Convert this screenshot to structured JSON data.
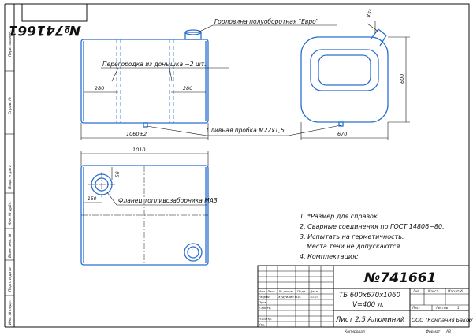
{
  "drawing_number_mirrored": "№741661",
  "drawing_number": "№741661",
  "annotations": {
    "filler_neck": "Горловина полуоборотная \"Евро\"",
    "baffle": "Перегородка из донышка −2 шт.",
    "drain_plug": "Сливная пробка М22х1,5",
    "fuel_flange": "Фланец топливозаборника МАЗ"
  },
  "dimensions": {
    "d280_left": "280",
    "d280_right": "280",
    "d1060": "1060±2",
    "d1010": "1010",
    "d670": "670",
    "d600": "600",
    "d45": "45°",
    "d50": "50",
    "d150": "150"
  },
  "notes": [
    "1. *Размер для справок.",
    "2. Сварные соединения по ГОСТ 14806−80.",
    "3. Испытать на герметичность.",
    "Места течи не допускаются.",
    "4. Комплектация:"
  ],
  "left_strip": [
    "Перв. примен.",
    "Справ. №",
    "Подп. и дата",
    "Инв. № дубл.",
    "Взам. инв. №",
    "Подп. и дата",
    "Инв. № подл."
  ],
  "title_block": {
    "designation": "ТБ 600х670х1060",
    "volume": "V=400 л.",
    "material": "Лист 2,5 Алюминий",
    "company": "ООО \"Компания Бакор\"",
    "col_headers": [
      "Изм",
      "Лист",
      "№ докум.",
      "Подп.",
      "Дата"
    ],
    "rows": [
      "Разраб.",
      "Пров.",
      "Т.контр.",
      "",
      "Н.контр.",
      "Утв."
    ],
    "developer": "Худуйлин М.И.",
    "date": "10.03",
    "lit": "Лит.",
    "mass": "Масса",
    "scale": "Масштаб",
    "sheet": "Лист",
    "sheets": "Листов",
    "sheets_val": "1"
  },
  "footer": {
    "copied": "Копировал",
    "format": "Формат",
    "format_val": "А3"
  }
}
